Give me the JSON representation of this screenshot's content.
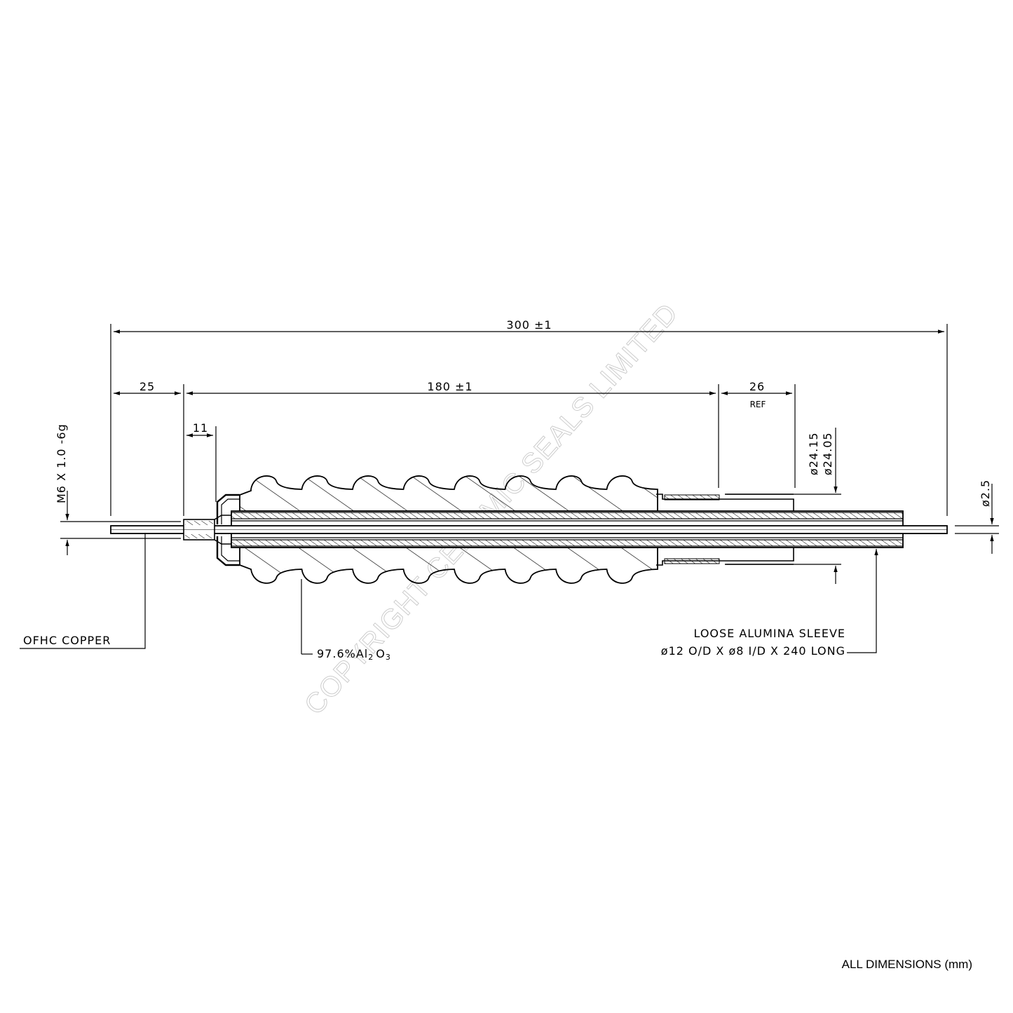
{
  "dimensions": {
    "overall_length": "300 ±1",
    "thread_length": "25",
    "body_length": "180 ±1",
    "end_length": "26",
    "end_length_note": "REF",
    "flange_length": "11",
    "diameter_max": "ø24.15",
    "diameter_min": "ø24.05",
    "conductor_diameter": "ø2.5",
    "thread_spec": "M6 X 1.0 -6g"
  },
  "callouts": {
    "conductor_material": "OFHC COPPER",
    "insulator_material_prefix": "97.6%Al",
    "insulator_material_sub1": "2",
    "insulator_material_mid": "O",
    "insulator_material_sub2": "3",
    "sleeve_line1": "LOOSE ALUMINA SLEEVE",
    "sleeve_line2": "ø12  O/D X ø8 I/D X 240 LONG"
  },
  "watermark": "COPYRIGHT CERAMIC SEALS LIMITED",
  "footer": {
    "units_note": "ALL DIMENSIONS (mm)"
  }
}
